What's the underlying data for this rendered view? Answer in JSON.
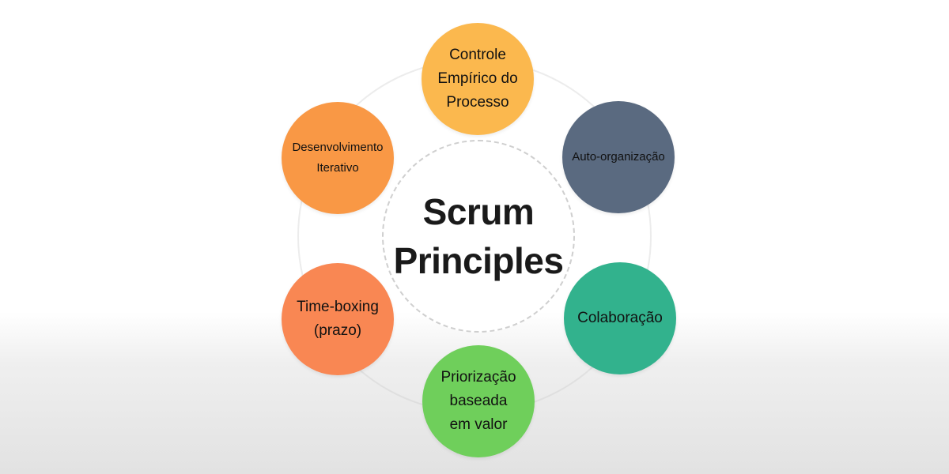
{
  "title_lines": [
    "Scrum",
    "Principles"
  ],
  "principles": [
    {
      "label": "Controle\nEmpírico do\nProcesso",
      "color": "#fbb84e"
    },
    {
      "label": "Auto-organização",
      "color": "#5a6a80"
    },
    {
      "label": "Colaboração",
      "color": "#32b28d"
    },
    {
      "label": "Priorização\nbaseada\nem valor",
      "color": "#6fcf5b"
    },
    {
      "label": "Time-boxing\n(prazo)",
      "color": "#f98753"
    },
    {
      "label": "Desenvolvimento\nIterativo",
      "color": "#f99845"
    }
  ]
}
